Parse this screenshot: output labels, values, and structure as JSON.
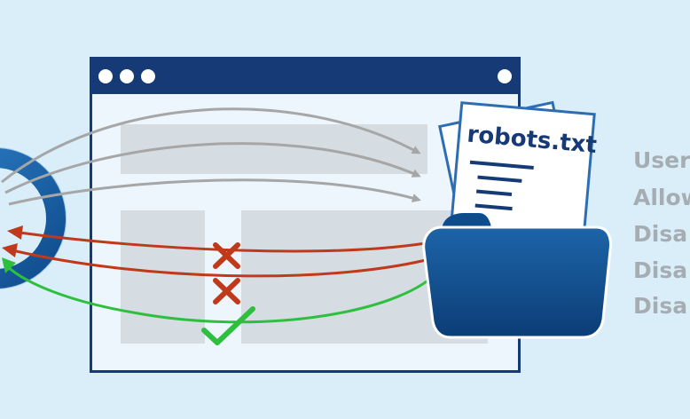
{
  "file": {
    "name": "robots.txt"
  },
  "rules": [
    "User",
    "Allow",
    "Disa",
    "Disa",
    "Disa"
  ],
  "colors": {
    "background": "#d9eef9",
    "window_bar": "#153a75",
    "window_body": "#ecf6fc",
    "block": "#d5dde2",
    "allowed_arrow": "#a6a6a6",
    "blocked_arrow": "#c0391b",
    "success_arrow": "#2fbf3f",
    "folder": "#0f4c8c",
    "rule_text": "#a5adb3"
  },
  "icons": [
    "crawler-ring-icon",
    "window-dots-icon",
    "document-stack-icon",
    "folder-icon",
    "blocked-x-icon",
    "check-icon"
  ]
}
